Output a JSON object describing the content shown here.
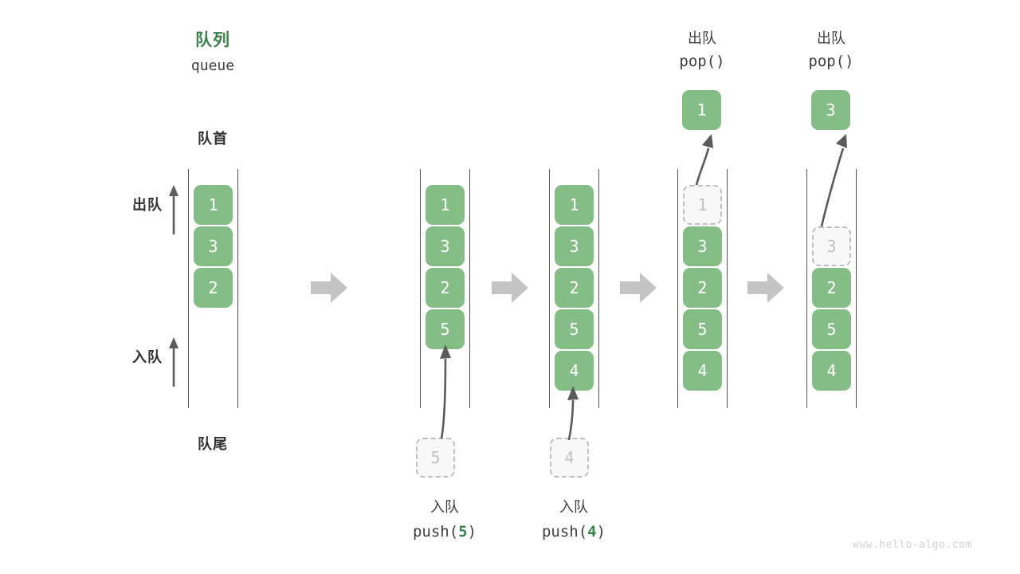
{
  "diagram": {
    "title_cn": "队列",
    "title_en": "queue",
    "front_label": "队首",
    "back_label": "队尾",
    "dequeue_dir_label": "出队",
    "enqueue_dir_label": "入队",
    "watermark": "www.hello-algo.com",
    "colors": {
      "element_green": "#84bd85",
      "accent_green": "#3a8249",
      "ghost_fill": "#f8f8f8",
      "ghost_border": "#bfbfbf",
      "rail": "#555555",
      "step_arrow": "#c4c4c4",
      "thin_arrow": "#5b5b5b",
      "text": "#2f2f2f",
      "watermark": "#d2d2d2"
    }
  },
  "columns": [
    {
      "id": "initial",
      "header_cn": "",
      "header_code": "",
      "cells": [
        "1",
        "3",
        "2"
      ],
      "ghost_index": -1,
      "leading_gap": 0,
      "popped_value": "",
      "incoming_value": "",
      "caption_cn": "",
      "caption_code": "",
      "caption_arg": ""
    },
    {
      "id": "push-5",
      "header_cn": "",
      "header_code": "",
      "cells": [
        "1",
        "3",
        "2",
        "5"
      ],
      "ghost_index": -1,
      "leading_gap": 0,
      "popped_value": "",
      "incoming_value": "5",
      "caption_cn": "入队",
      "caption_code": "push(",
      "caption_arg": "5"
    },
    {
      "id": "push-4",
      "header_cn": "",
      "header_code": "",
      "cells": [
        "1",
        "3",
        "2",
        "5",
        "4"
      ],
      "ghost_index": -1,
      "leading_gap": 0,
      "popped_value": "",
      "incoming_value": "4",
      "caption_cn": "入队",
      "caption_code": "push(",
      "caption_arg": "4"
    },
    {
      "id": "pop-1",
      "header_cn": "出队",
      "header_code": "pop()",
      "cells": [
        "1",
        "3",
        "2",
        "5",
        "4"
      ],
      "ghost_index": 0,
      "leading_gap": 0,
      "popped_value": "1",
      "incoming_value": "",
      "caption_cn": "",
      "caption_code": "",
      "caption_arg": ""
    },
    {
      "id": "pop-3",
      "header_cn": "出队",
      "header_code": "pop()",
      "cells": [
        "3",
        "2",
        "5",
        "4"
      ],
      "ghost_index": 0,
      "leading_gap": 1,
      "popped_value": "3",
      "incoming_value": "",
      "caption_cn": "",
      "caption_code": "",
      "caption_arg": ""
    }
  ],
  "step_arrows": [
    {
      "name": "step-arrow-1"
    },
    {
      "name": "step-arrow-2"
    },
    {
      "name": "step-arrow-3"
    },
    {
      "name": "step-arrow-4"
    }
  ]
}
